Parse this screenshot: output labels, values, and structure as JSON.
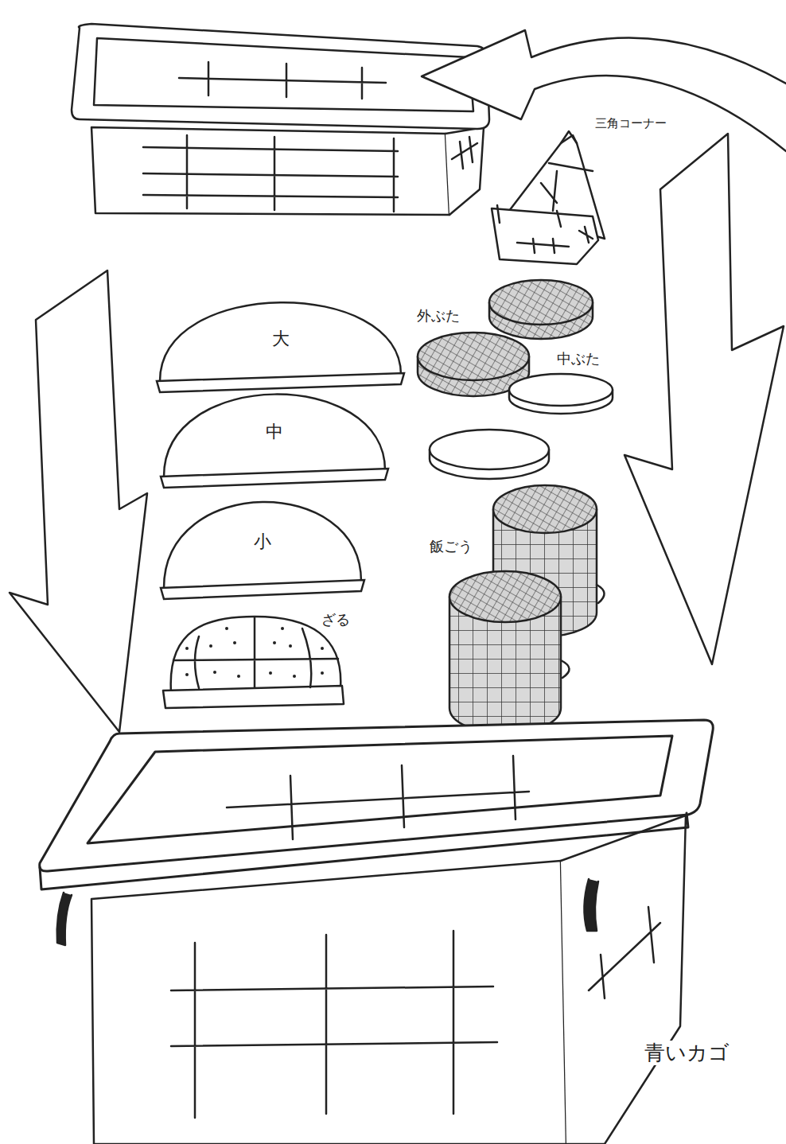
{
  "diagram": {
    "nodes": [
      {
        "text": [
          "大"
        ]
      },
      {
        "text": [
          "中"
        ]
      },
      {
        "text": [
          "小"
        ]
      }
    ],
    "labels": [
      "三角コーナー",
      "外ぶた",
      "中ぶた",
      "飯ごう",
      "ざる",
      "青いカゴ"
    ]
  }
}
